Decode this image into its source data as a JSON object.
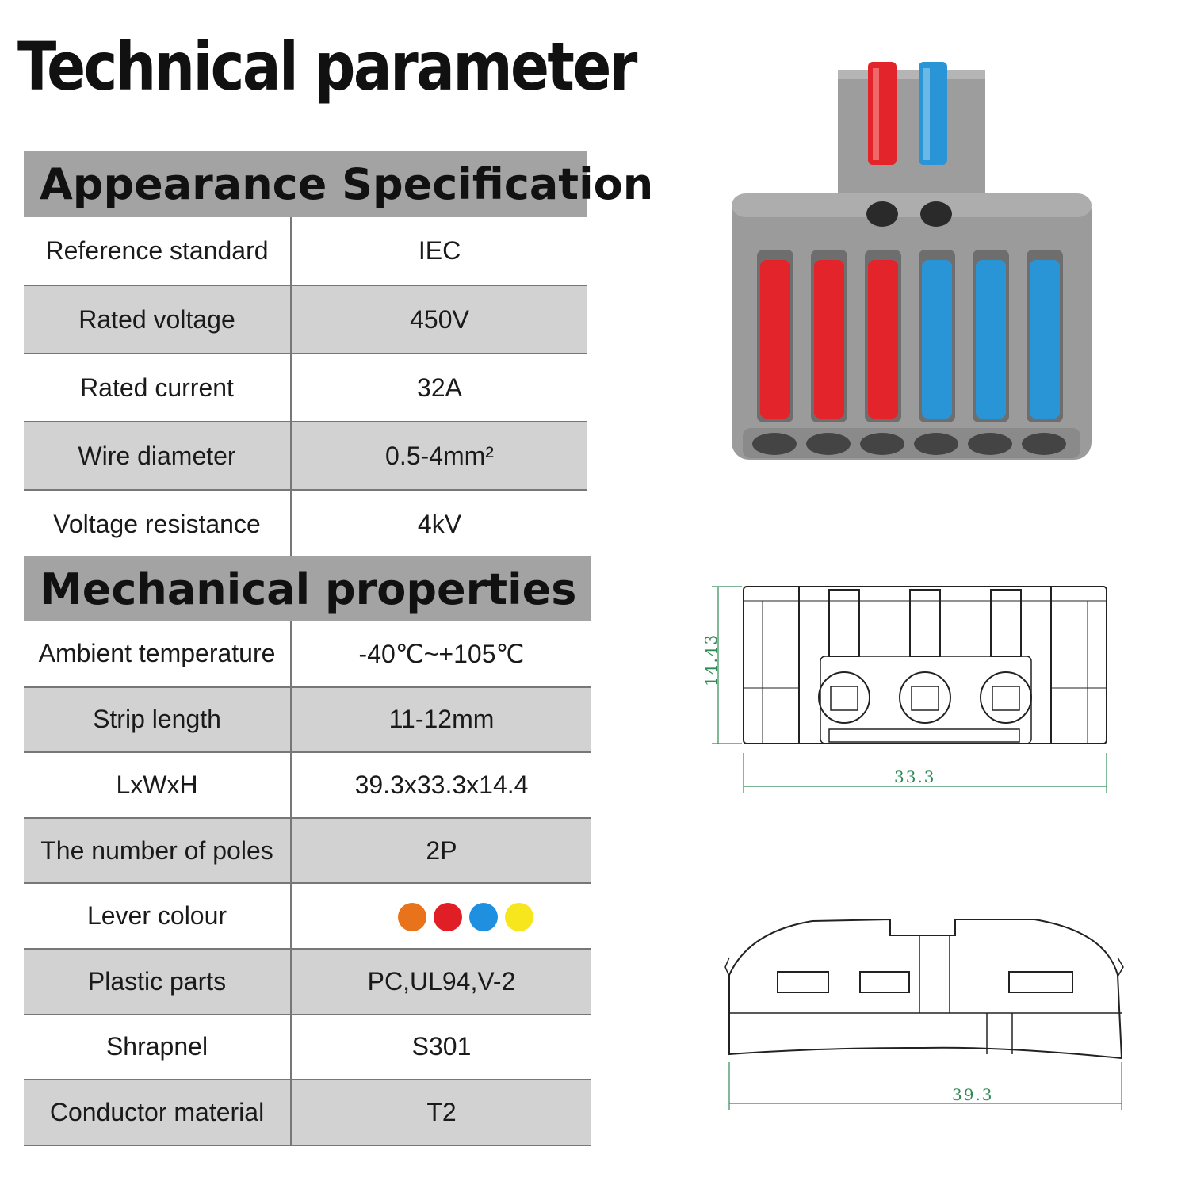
{
  "title": "Technical parameter",
  "appearance": {
    "heading": "Appearance Specification",
    "rows": [
      {
        "label": "Reference standard",
        "value": "IEC"
      },
      {
        "label": "Rated voltage",
        "value": "450V"
      },
      {
        "label": "Rated current",
        "value": "32A"
      },
      {
        "label": "Wire diameter",
        "value": "0.5-4mm²"
      },
      {
        "label": "Voltage resistance",
        "value": "4kV"
      }
    ]
  },
  "mechanical": {
    "heading": "Mechanical properties",
    "rows": [
      {
        "label": "Ambient temperature",
        "value": "-40℃~+105℃"
      },
      {
        "label": "Strip length",
        "value": "11-12mm"
      },
      {
        "label": "LxWxH",
        "value": "39.3x33.3x14.4"
      },
      {
        "label": "The number of poles",
        "value": "2P"
      },
      {
        "label": "Lever colour",
        "colors": [
          "#e9731a",
          "#e01e26",
          "#1f8fdf",
          "#f7e51d"
        ]
      },
      {
        "label": "Plastic parts",
        "value": "PC,UL94,V-2"
      },
      {
        "label": "Shrapnel",
        "value": "S301"
      },
      {
        "label": "Conductor material",
        "value": "T2"
      }
    ]
  },
  "drawings": {
    "top_view": {
      "height_label": "14.43",
      "width_label": "33.3"
    },
    "side_view": {
      "length_label": "39.3"
    }
  },
  "colors": {
    "header_bg": "#a3a3a3",
    "row_alt_bg": "#d2d2d2",
    "lever_red": "#e3242b",
    "lever_blue": "#2a95d6",
    "housing_grey": "#9b9b9b",
    "dimension_green": "#2f8a55"
  }
}
